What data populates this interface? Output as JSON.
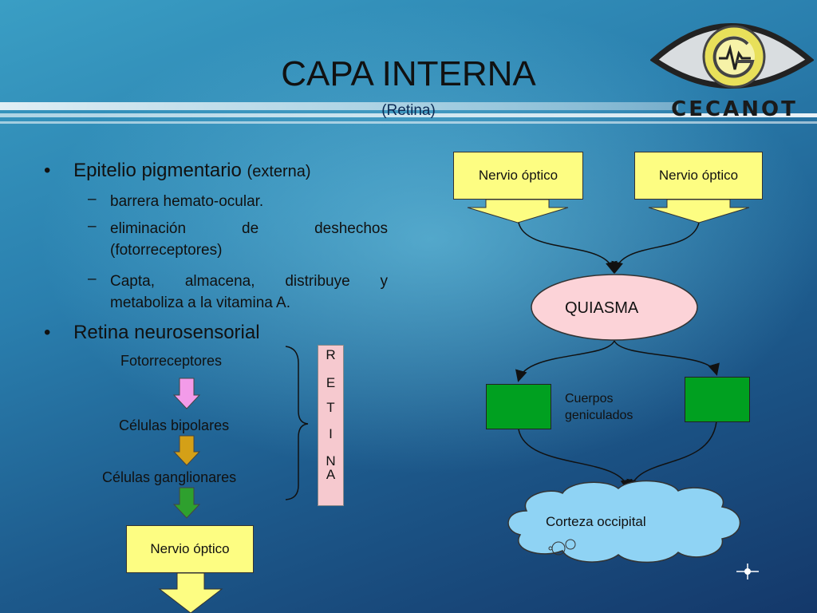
{
  "title": "CAPA INTERNA",
  "subtitle": "(Retina)",
  "logo_text": "CECANOT",
  "bullets": {
    "b1": {
      "main": "Epitelio pigmentario",
      "extra": "(externa)"
    },
    "s1": "barrera hemato-ocular.",
    "s2_line1": "eliminación de deshechos",
    "s2_line2": "(fotorreceptores)",
    "s3_line1": "Capta, almacena, distribuye y",
    "s3_line2": "metaboliza a la vitamina A.",
    "b2": "Retina neurosensorial"
  },
  "layers": {
    "fotorreceptores": "Fotorreceptores",
    "bipolares": "Células bipolares",
    "ganglionares": "Células ganglionares",
    "nervio": "Nervio óptico"
  },
  "retina_letters": [
    "R",
    "E",
    "T",
    "I",
    "N",
    "A"
  ],
  "pathway": {
    "nervio_left": "Nervio óptico",
    "nervio_right": "Nervio óptico",
    "quiasma": "QUIASMA",
    "cuerpos_line1": "Cuerpos",
    "cuerpos_line2": "geniculados",
    "corteza": "Corteza occipital"
  },
  "colors": {
    "yellow_box": "#fdfd82",
    "green_box": "#00a020",
    "quiasma_fill": "#fcd3d8",
    "cloud_fill": "#8fd3f4",
    "arrow_pink": "#f39be9",
    "arrow_amber": "#d4a017",
    "arrow_green": "#2ea02e"
  }
}
